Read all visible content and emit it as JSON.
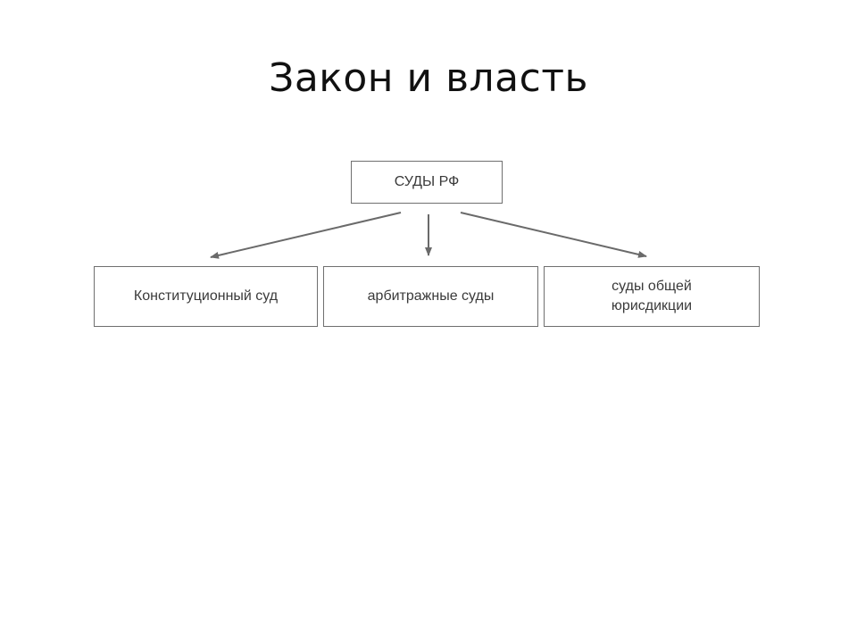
{
  "slide": {
    "title": "Закон и власть"
  },
  "diagram": {
    "root": "СУДЫ РФ",
    "children": [
      "Конституционный суд",
      "арбитражные суды",
      "суды общей юрисдикции"
    ]
  },
  "colors": {
    "box_border": "#6f6f6f",
    "arrow": "#6a6a6a",
    "text": "#3a3a3a"
  }
}
